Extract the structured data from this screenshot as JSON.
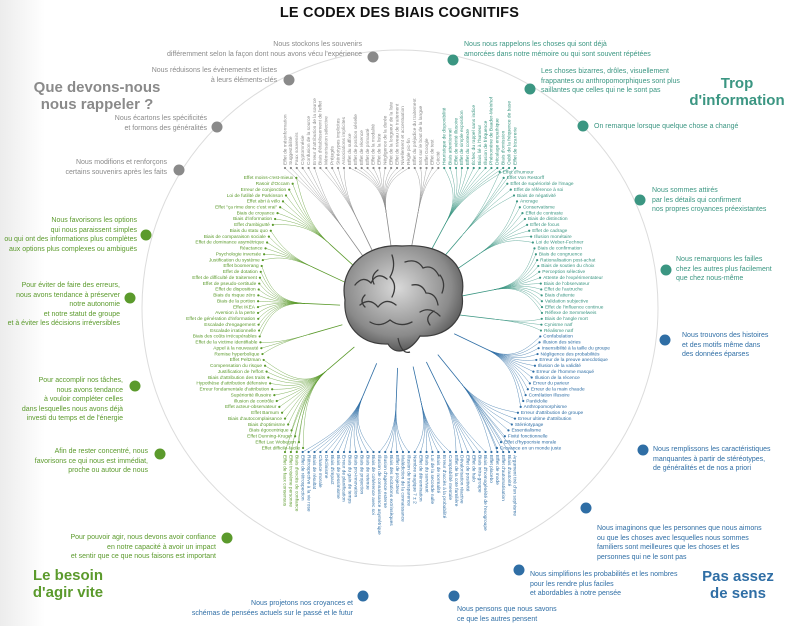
{
  "title": "LE CODEX DES BIAIS COGNITIFS",
  "colors": {
    "memory": "#8a8a8a",
    "information": "#3b9682",
    "meaning": "#2f6ea5",
    "action": "#5b9a2c",
    "circle": "#dcdcdc"
  },
  "brain_icon": "brain-icon",
  "categories": [
    {
      "key": "memory",
      "name_lines": [
        "Que devons-nous",
        "nous rappeler ?"
      ],
      "groups": [
        {
          "desc": [
            "Nous stockons les souvenirs",
            "différemment selon la façon dont nous avons vécu l'expérience"
          ],
          "items": [
            "Effet du préjudice du traitement",
            "Mot sur le bout de la langue",
            "Effet Google",
            "Effet de test",
            "Cécité"
          ]
        },
        {
          "desc": [
            "Nous réduisons les évènements et listes",
            "à leurs éléments-clés"
          ],
          "items": [
            "Effet du suffixe",
            "Effet de position sérielle",
            "Effet de récence",
            "Effet de primauté",
            "Effet de la modalité",
            "Effet de la liste",
            "Négligence de la durée",
            "Effet de la longueur de la liste",
            "Effet de niveau de traitement",
            "Nivellement et accentuation",
            "Règle pic-fin"
          ]
        },
        {
          "desc": [
            "Nous écartons les spécificités",
            "et formons des généralités"
          ],
          "items": [
            "Biais d'établissement de l'effet",
            "Mémorisation sélective",
            "Préjugés",
            "Stéréotypes implicites",
            "Associations implicites"
          ]
        },
        {
          "desc": [
            "Nous modifions et renforçons",
            "certains souvenirs après les faits"
          ],
          "items": [
            "Effet de mésinformation",
            "Suggestibilité",
            "Faux souvenirs",
            "Cryptomnésie",
            "Confusion de la source",
            "Erreur d'attribution de la source"
          ]
        }
      ]
    },
    {
      "key": "information",
      "name_lines": [
        "Trop",
        "d'information"
      ],
      "groups": [
        {
          "desc": [
            "Nous nous rappelons les choses qui sont déjà",
            "amorcées dans notre mémoire ou qui sont souvent répétées"
          ],
          "items": [
            "Heuristique de disponibilité",
            "Biais attentionnel",
            "Effet de vérité illusoire",
            "Effet de simple exposition",
            "Effet du contexte",
            "Échec du rappel sans indice",
            "Biais lié à l'humeur",
            "Illusion de fréquence",
            "Phénomène de Baader-Meinhof",
            "Décalage empathique",
            "Biais d'omission",
            "Oubli de la fréquence de base"
          ]
        },
        {
          "desc": [
            "Les choses bizarres, drôles, visuellement",
            "frappantes ou anthropomorphiques sont plus",
            "saillantes que celles qui ne le sont pas"
          ],
          "items": [
            "Effet de bizarrerie",
            "Effet d'humour",
            "Effet Von Restorff",
            "Effet de supériorité de l'image",
            "Effet de référence à soi",
            "Biais de négativité"
          ]
        },
        {
          "desc": [
            "On remarque lorsque quelque chose a changé"
          ],
          "items": [
            "Ancrage",
            "Conservatisme",
            "Effet de contraste",
            "Biais de distinction",
            "Effet de focus",
            "Effet de cadrage",
            "Illusion monétaire",
            "Loi de Weber-Fechner"
          ]
        },
        {
          "desc": [
            "Nous sommes attirés",
            "par les détails qui confirment",
            "nos propres croyances préexistantes"
          ],
          "items": [
            "Biais de confirmation",
            "Biais de congruence",
            "Rationalisation post-achat",
            "Biais de soutien du choix",
            "Perception sélective",
            "Attente de l'expérimentateur",
            "Biais de l'observateur",
            "Effet de l'autruche",
            "Biais d'attente",
            "Validation subjective",
            "Effet de l'influence continue",
            "Réflexe de Semmelweis"
          ]
        },
        {
          "desc": [
            "Nous remarquons les failles",
            "chez les autres plus facilement",
            "que chez nous-même"
          ],
          "items": [
            "Biais de l'angle mort",
            "Cynisme naïf",
            "Réalisme naïf"
          ]
        }
      ]
    },
    {
      "key": "meaning",
      "name_lines": [
        "Pas assez",
        "de sens"
      ],
      "groups": [
        {
          "desc": [
            "Nous trouvons des histoires",
            "et des motifs même dans",
            "des données éparses"
          ],
          "items": [
            "Confabulation",
            "Illusion des séries",
            "Insensibilité à la taille du groupe",
            "Négligence des probabilités",
            "Erreur de la preuve anecdotique",
            "Illusion de la validité",
            "Erreur de l'homme masqué",
            "Illusion de la récence",
            "Erreur du parieur",
            "Erreur de la main chaude",
            "Corrélation illusoire",
            "Paréidolie",
            "Anthropomorphisme"
          ]
        },
        {
          "desc": [
            "Nous remplissons les caractéristiques",
            "manquantes à partir de stéréotypes,",
            "de généralités et de nos a priori"
          ],
          "items": [
            "Erreur d'attribution de groupe",
            "Erreur ultime d'attribution",
            "Stéréotypage",
            "Essentialisme",
            "Fixité fonctionnelle",
            "Effet d'hypocrisie morale",
            "Croyance en un monde juste",
            "Argument tiré d'un sophisme",
            "Biais d'autorité",
            "Effet d'automatisation",
            "Effet de mode",
            "Effet placebo"
          ]
        },
        {
          "desc": [
            "Nous imaginons que les personnes que nous aimons",
            "ou que les choses avec lesquelles nous sommes",
            "familiers sont meilleures que les choses et les",
            "personnes qui ne le sont pas"
          ],
          "items": [
            "Biais d'homogénéité de l'exogroupe",
            "Biais intra-groupe",
            "Effet de halo",
            "Effet de positivité",
            "Dévalorisation réactive",
            "Effet de la cote familière"
          ]
        },
        {
          "desc": [
            "Nous simplifions les probabilités et les nombres",
            "pour les rendre plus faciles",
            "et abordables à notre pensée"
          ],
          "items": [
            "Comptabilité mentale",
            "Erreur d'accès à la probabilité",
            "Biais de normalité",
            "Loi de la seconde nulle",
            "Biais du survivant",
            "Effet de dénomination",
            "Nombre magique 7 ± 2"
          ]
        },
        {
          "desc": [
            "Nous pensons que nous savons",
            "ce que les autres pensent"
          ],
          "items": [
            "Illusion de transparence",
            "Malédiction de la connaissance",
            "Effet de projecteur",
            "Biais des incitations extrinsèques",
            "Illusion d'agence externe",
            "Illusion de connaissance asymétrique"
          ]
        },
        {
          "desc": [
            "Nous projetons nos croyances et",
            "schémas de pensées actuels sur le passé et le futur"
          ],
          "items": [
            "Biais de cohérence avec soi",
            "Biais de retenue",
            "Biais de projection",
            "Biais pro-innovation",
            "Biais du gain de temps",
            "Erreur de planification",
            "Biais de pessimisme",
            "Biais d'impact",
            "Déclinisme",
            "Chance morale",
            "Biais de résultat",
            "Rétrospective à la vie rose",
            "Effet de rétrospection"
          ]
        }
      ]
    },
    {
      "key": "action",
      "name_lines": [
        "Le besoin",
        "d'agir vite"
      ],
      "groups": [
        {
          "desc": [
            "Pour pouvoir agir, nous devons avoir confiance",
            "en notre capacité à avoir un impact",
            "et sentir que ce que nous faisons est important"
          ],
          "items": [
            "Biais d'excès de confiance",
            "Effet troisième personne",
            "Effet de faux consensus",
            "Effet difficile-facile",
            "Effet Lac Wobegon",
            "Effet Dunning-Kruger",
            "Biais égocentrique",
            "Biais d'optimisme",
            "Biais d'autocomplaisance",
            "Effet Barnum",
            "Effet acteur-observateur",
            "Illusion de contrôle",
            "Supériorité illusoire",
            "Erreur fondamentale d'attribution",
            "Hypothèse d'attribution défensive",
            "Biais d'attribution des traits",
            "Justification de l'effort",
            "Compensation du risque",
            "Effet Peltzman"
          ]
        },
        {
          "desc": [
            "Afin de rester concentré, nous",
            "favorisons ce qui nous est immédiat,",
            "proche ou autour de nous"
          ],
          "items": [
            "Remise hyperbolique",
            "Appel à la nouveauté",
            "Effet de la victime identifiable"
          ]
        },
        {
          "desc": [
            "Pour accomplir nos tâches,",
            "nous avons tendance",
            "à vouloir compléter celles",
            "dans lesquelles nous avons déjà",
            "investi du temps et de l'énergie"
          ],
          "items": [
            "Biais des coûts irrécupérables",
            "Escalade irrationnelle",
            "Escalade d'engagement",
            "Effet de génération d'information",
            "Aversion à la perte",
            "Effet IKEA",
            "Biais de la portion",
            "Biais du risque zéro",
            "Effet de disposition",
            "Effet de pseudo-certitude",
            "Effet de difficulté de traitement",
            "Effet de dotation",
            "Effet boomerang"
          ]
        },
        {
          "desc": [
            "Pour éviter de faire des erreurs,",
            "nous avons tendance à préserver",
            "notre autonomie",
            "et notre statut de groupe",
            "et à éviter les décisions irréversibles"
          ],
          "items": [
            "Justification du système",
            "Psychologie inversée",
            "Réactance",
            "Effet de dominance asymétrique",
            "Biais de comparaison sociale",
            "Biais du statu quo"
          ]
        },
        {
          "desc": [
            "Nous favorisons les options",
            "qui nous paraissent simples",
            "ou qui ont des informations plus complètes",
            "aux options plus complexes ou ambiguës"
          ],
          "items": [
            "Effet d'ambiguïté",
            "Biais d'information",
            "Biais de croyance",
            "Effet \"ça rime donc c'est vrai\"",
            "Effet abri à vélo",
            "Loi de futilité de Parkinson",
            "Erreur de conjonction",
            "Rasoir d'Occam",
            "Effet moins-c'est-mieux"
          ]
        }
      ]
    }
  ]
}
